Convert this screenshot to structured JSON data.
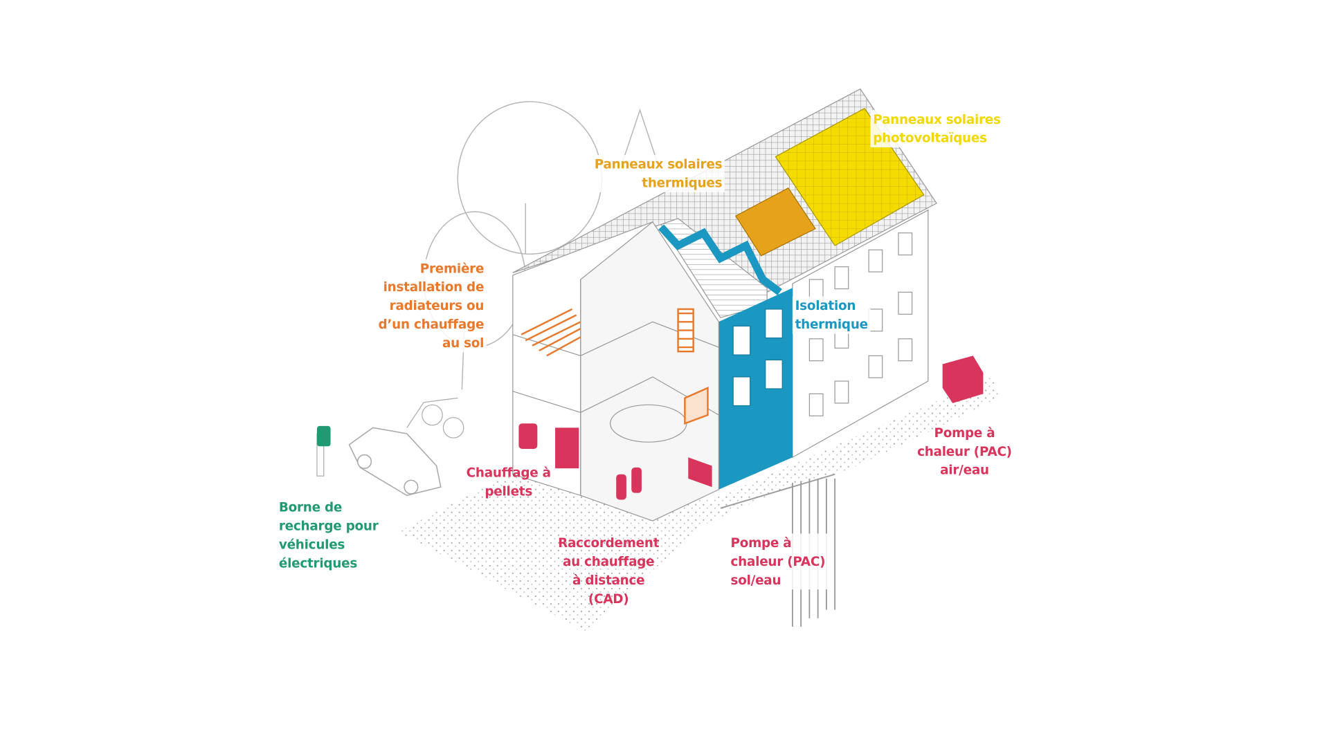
{
  "colors": {
    "photovoltaic": "#f0d800",
    "thermal_solar": "#e6a21a",
    "insulation": "#1a98c2",
    "floor_heating": "#e8792c",
    "heating_systems": "#d8345c",
    "ev_charging": "#1f9a72",
    "line_art": "#9a9a9a"
  },
  "labels": {
    "photovoltaic": [
      "Panneaux solaires",
      "photovoltaïques"
    ],
    "thermal_solar": [
      "Panneaux solaires",
      "thermiques"
    ],
    "insulation": [
      "Isolation",
      "thermique"
    ],
    "floor_heating": [
      "Première",
      "installation de",
      "radiateurs ou",
      "d’un chauffage",
      "au sol"
    ],
    "air_heat_pump": [
      "Pompe à",
      "chaleur (PAC)",
      "air/eau"
    ],
    "pellets": [
      "Chauffage à",
      "pellets"
    ],
    "ev_charger": [
      "Borne de",
      "recharge pour",
      "véhicules",
      "électriques"
    ],
    "district_heating": [
      "Raccordement",
      "au  chauffage",
      "à distance",
      "(CAD)"
    ],
    "ground_heat_pump": [
      "Pompe à",
      "chaleur (PAC)",
      "sol/eau"
    ]
  }
}
